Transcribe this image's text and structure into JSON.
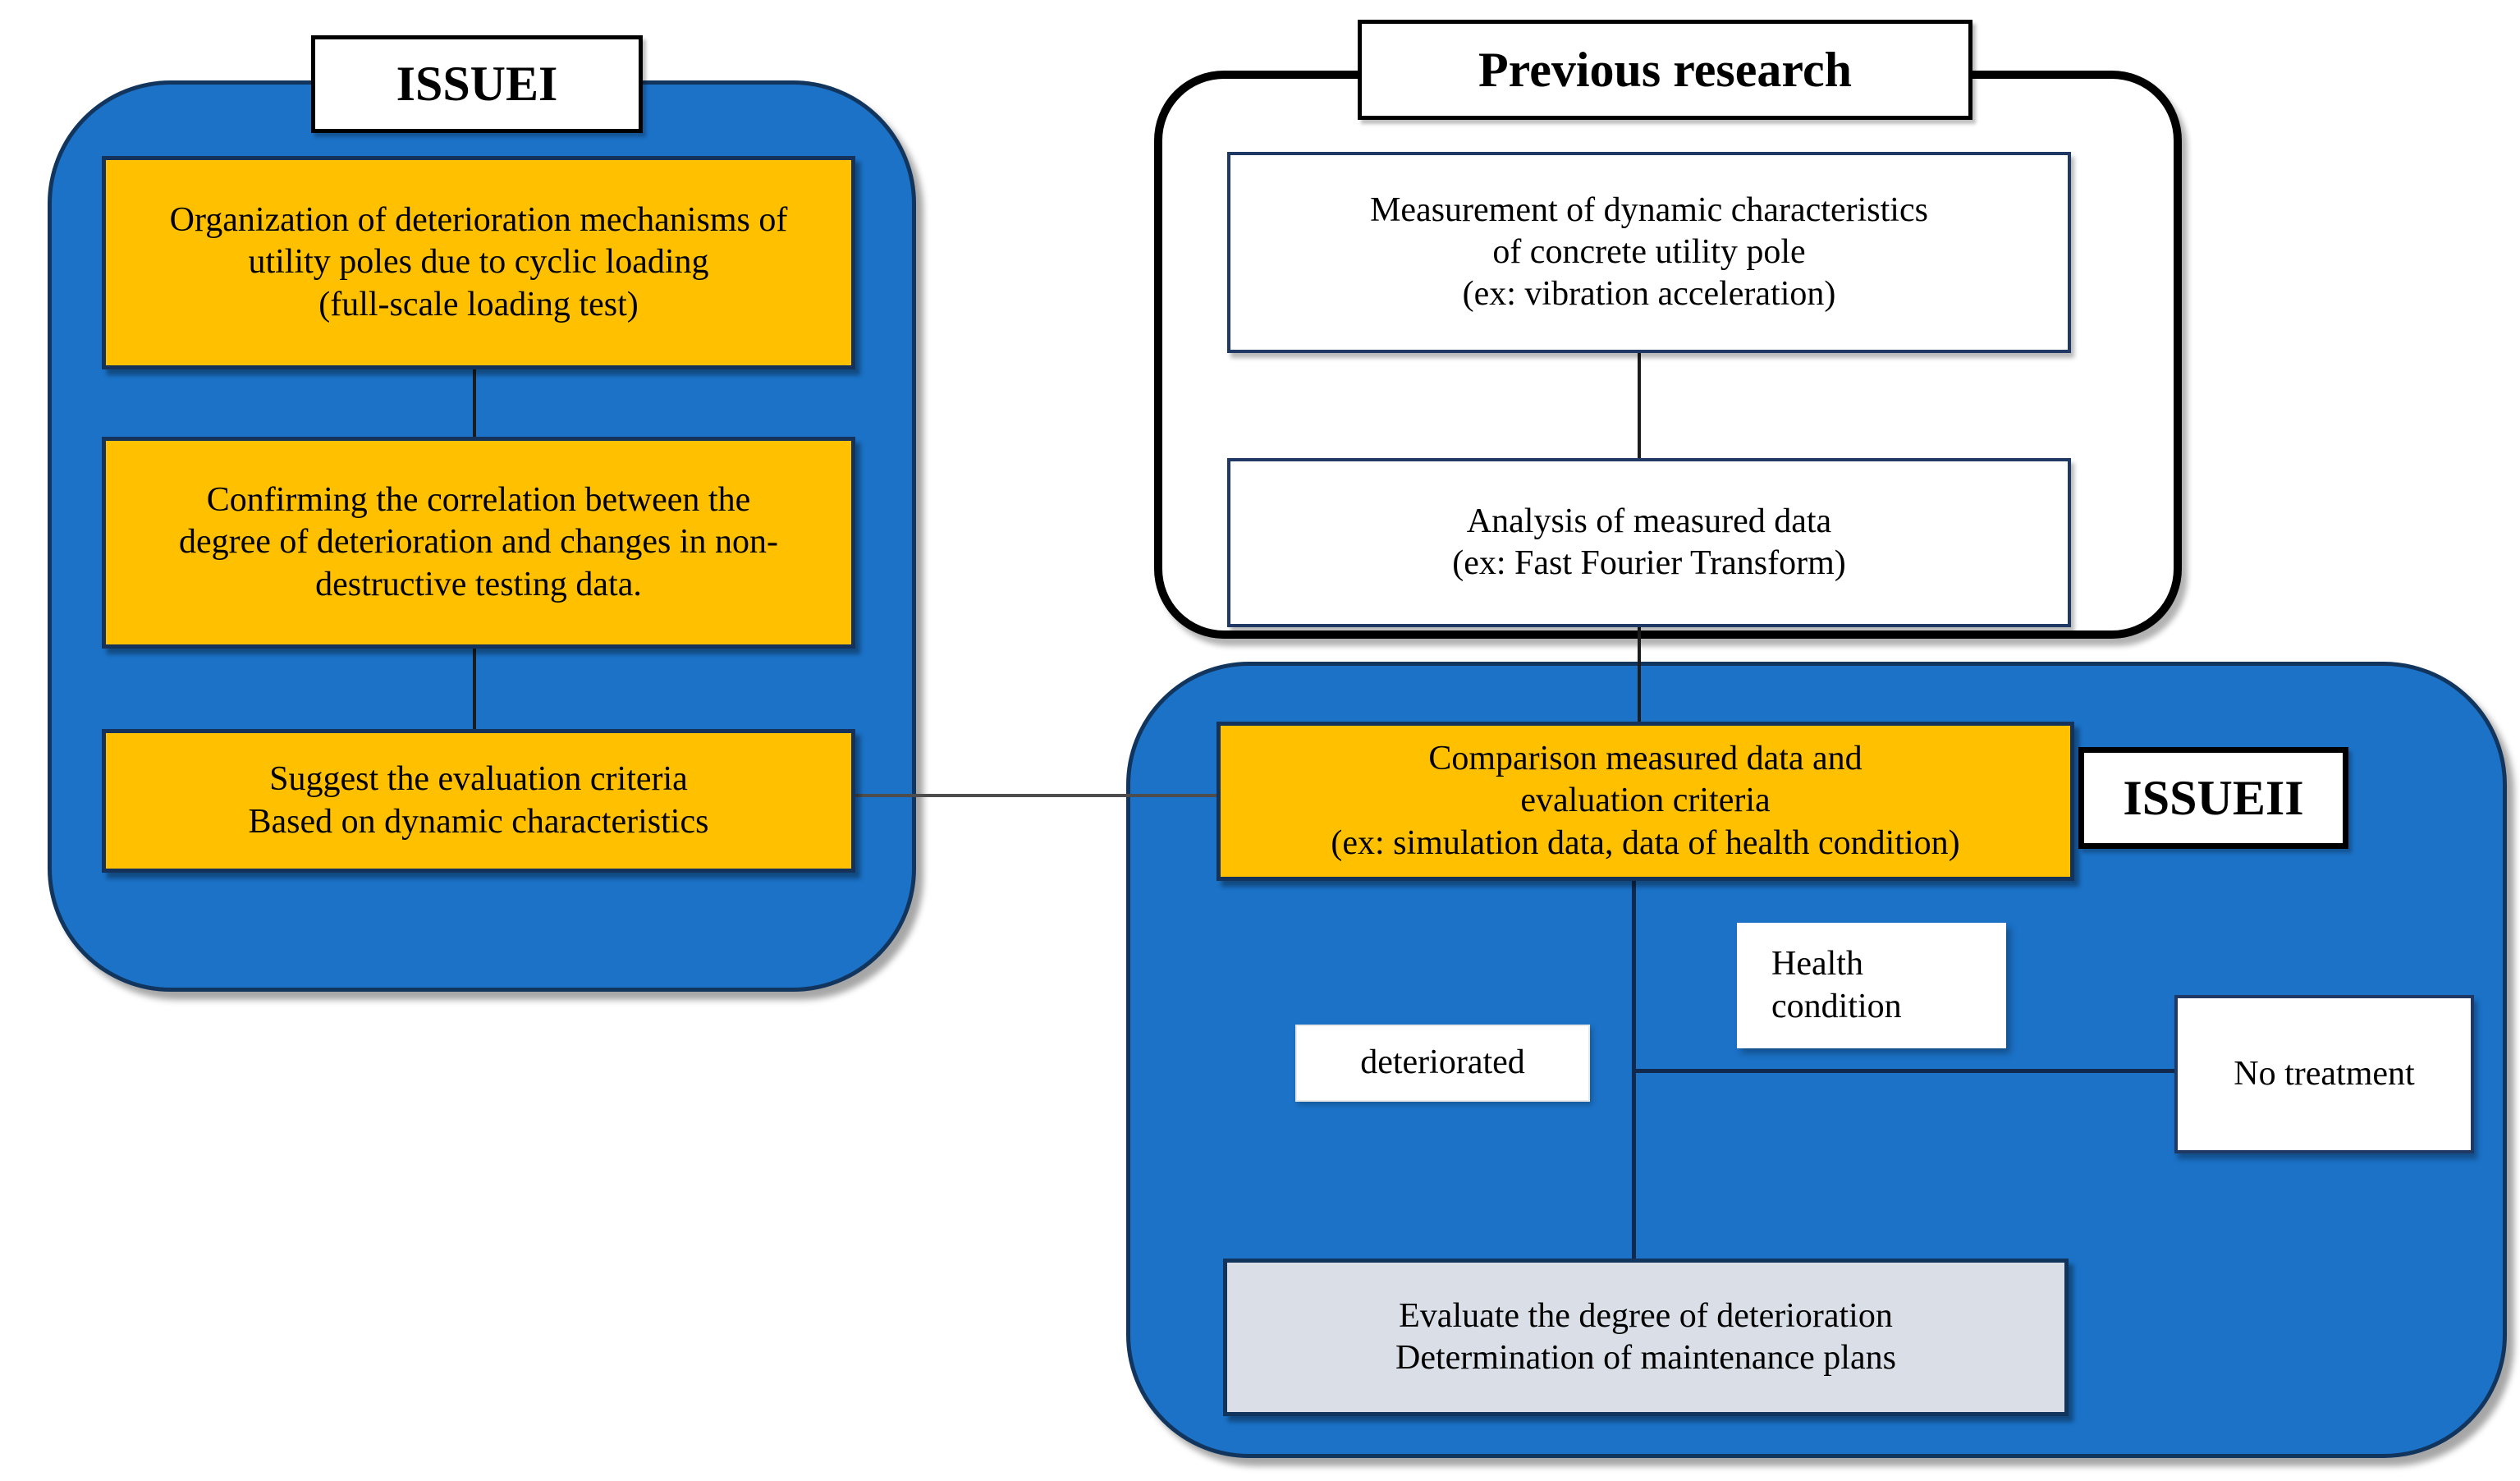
{
  "issue1": {
    "title": "ISSUEI",
    "box_organization": "Organization of deterioration mechanisms of\nutility poles due to cyclic loading\n(full-scale loading test)",
    "box_confirming": "Confirming the correlation between the\ndegree of deterioration and changes in non-\ndestructive testing data.",
    "box_suggest": "Suggest the evaluation criteria\nBased on dynamic characteristics"
  },
  "previous_research": {
    "title": "Previous research",
    "box_measurement": "Measurement of dynamic characteristics\nof concrete utility pole\n(ex: vibration acceleration)",
    "box_analysis": "Analysis of measured data\n(ex: Fast Fourier Transform)"
  },
  "issue2": {
    "title": "ISSUEII",
    "box_comparison": "Comparison measured data and\nevaluation criteria\n(ex: simulation data, data of health condition)",
    "label_health": "Health\ncondition",
    "label_deteriorated": "deteriorated",
    "label_no_treatment": "No treatment",
    "box_evaluate": "Evaluate the degree of deterioration\nDetermination of maintenance plans"
  },
  "colors": {
    "blue_fill": "#1B72C7",
    "navy_border": "#12355E",
    "orange_fill": "#FFC000",
    "gray_fill": "#D9DEE7",
    "black": "#000000",
    "white": "#FFFFFF"
  }
}
